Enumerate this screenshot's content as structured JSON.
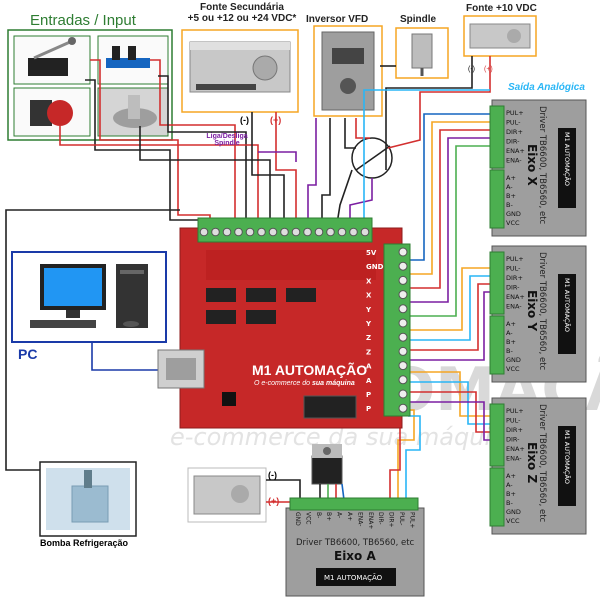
{
  "inputs": {
    "title": "Entradas / Input"
  },
  "power_secondary": {
    "title": "Fonte Secundária",
    "subtitle": "+5 ou +12 ou +24 VDC*"
  },
  "vfd": {
    "title": "Inversor VFD"
  },
  "spindle": {
    "title": "Spindle"
  },
  "power_10v": {
    "title": "Fonte +10 VDC",
    "minus": "(-)",
    "plus": "(+)"
  },
  "analog_out": {
    "label": "Saída Analógica"
  },
  "spindle_toggle": {
    "line1": "Liga/Desliga",
    "line2": "Spindle"
  },
  "polarity": {
    "minus": "(-)",
    "plus": "(+)"
  },
  "pc": {
    "label": "PC"
  },
  "pump": {
    "label": "Bomba Refrigeração"
  },
  "board": {
    "brand": "M1 AUTOMAÇÃO",
    "tagline_prefix": "O e-commerce do ",
    "tagline_emph": "sua máquina",
    "right_pins": [
      "5V",
      "GND",
      "X",
      "X",
      "Y",
      "Y",
      "Z",
      "Z",
      "A",
      "A",
      "P",
      "P"
    ]
  },
  "watermark": {
    "text": "AUTOMAÇÃO",
    "sub": "e-commerce da sua máquina"
  },
  "drivers": [
    {
      "model": "Driver TB6600, TB6560, etc",
      "axis": "Eixo X",
      "pins_top": [
        "PUL+",
        "PUL-",
        "DIR+",
        "DIR-",
        "ENA+",
        "ENA-"
      ],
      "pins_bottom": [
        "A+",
        "A-",
        "B+",
        "B-",
        "GND",
        "VCC"
      ],
      "logo": "M1 AUTOMAÇÃO"
    },
    {
      "model": "Driver TB6600, TB6560, etc",
      "axis": "Eixo Y",
      "pins_top": [
        "PUL+",
        "PUL-",
        "DIR+",
        "DIR-",
        "ENA+",
        "ENA-"
      ],
      "pins_bottom": [
        "A+",
        "A-",
        "B+",
        "B-",
        "GND",
        "VCC"
      ],
      "logo": "M1 AUTOMAÇÃO"
    },
    {
      "model": "Driver TB6600, TB6560, etc",
      "axis": "Eixo Z",
      "pins_top": [
        "PUL+",
        "PUL-",
        "DIR+",
        "DIR-",
        "ENA+",
        "ENA-"
      ],
      "pins_bottom": [
        "A+",
        "A-",
        "B+",
        "B-",
        "GND",
        "VCC"
      ],
      "logo": "M1 AUTOMAÇÃO"
    }
  ],
  "driver_a": {
    "model": "Driver TB6600, TB6560, etc",
    "axis": "Eixo A",
    "pins": [
      "GND",
      "VCC",
      "B-",
      "B+",
      "A-",
      "A+",
      "ENA-",
      "ENA+",
      "DIR-",
      "DIR+",
      "PUL-",
      "PUL+"
    ],
    "logo": "M1 AUTOMAÇÃO"
  }
}
